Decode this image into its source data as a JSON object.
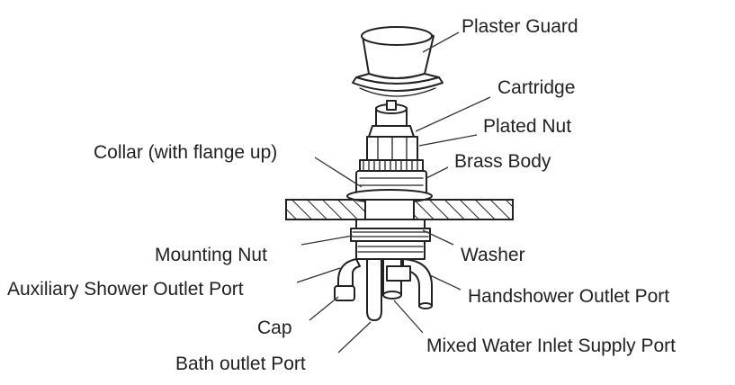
{
  "diagram": {
    "labels": {
      "plaster_guard": "Plaster Guard",
      "cartridge": "Cartridge",
      "plated_nut": "Plated Nut",
      "collar": "Collar (with flange up)",
      "brass_body": "Brass Body",
      "mounting_nut": "Mounting Nut",
      "washer": "Washer",
      "aux_shower_port": "Auxiliary Shower Outlet Port",
      "handshower_port": "Handshower Outlet Port",
      "cap": "Cap",
      "mixed_water_port": "Mixed Water Inlet Supply Port",
      "bath_outlet_port": "Bath outlet Port"
    },
    "colors": {
      "ink": "#222222",
      "background": "#ffffff"
    }
  }
}
